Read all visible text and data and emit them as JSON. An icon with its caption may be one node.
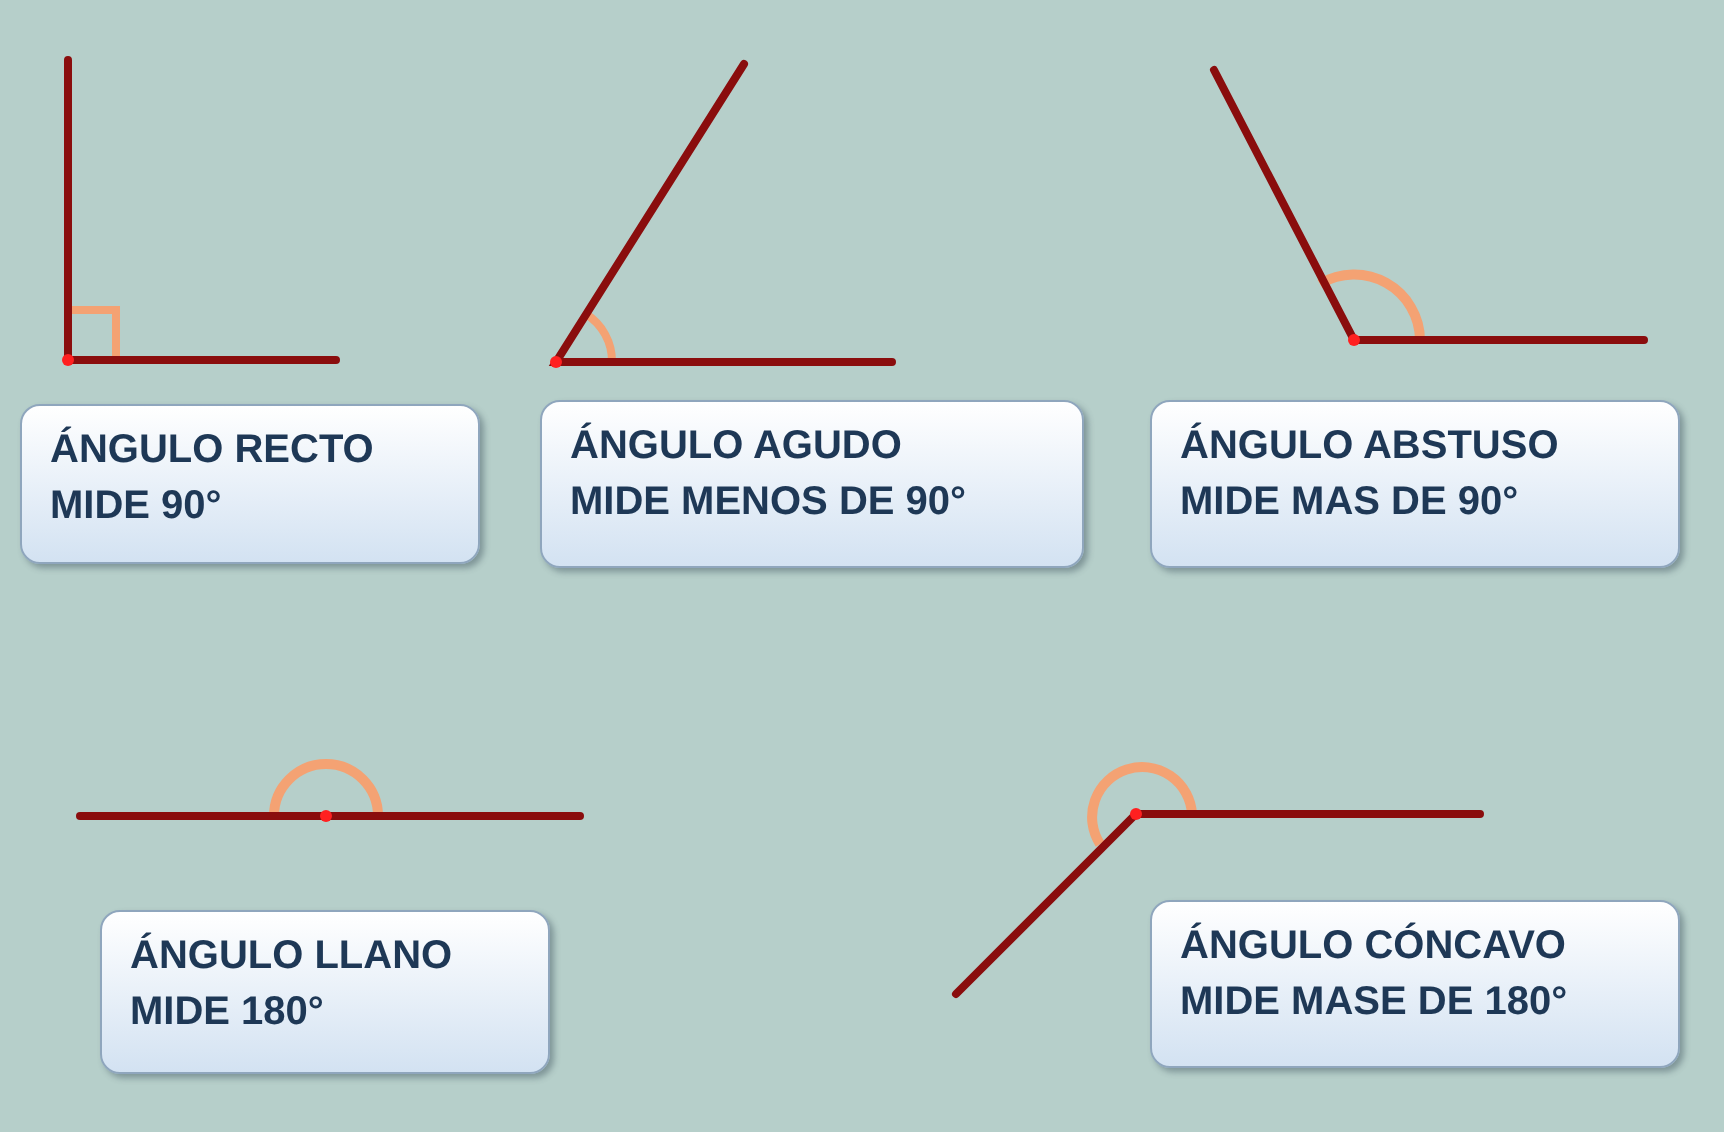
{
  "diagram": {
    "nodes": [
      {
        "text": [
          "ÁNGULO RECTO",
          "MIDE 90°"
        ]
      },
      {
        "text": [
          "ÁNGULO AGUDO",
          "MIDE MENOS DE 90°"
        ]
      },
      {
        "text": [
          "ÁNGULO ABSTUSO",
          "MIDE MAS DE 90°"
        ]
      },
      {
        "text": [
          "ÁNGULO LLANO",
          "MIDE 180°"
        ]
      },
      {
        "text": [
          "ÁNGULO CÓNCAVO",
          "MIDE MASE DE 180°"
        ]
      }
    ]
  }
}
